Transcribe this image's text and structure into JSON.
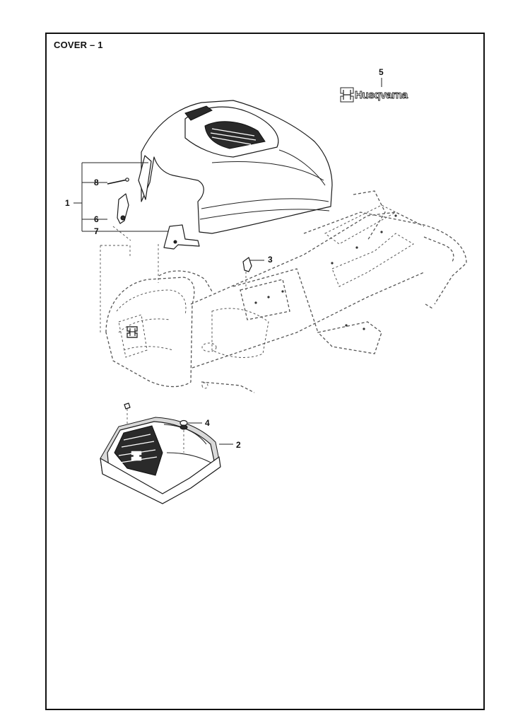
{
  "page": {
    "title": "COVER – 1"
  },
  "callouts": {
    "c1": "1",
    "c2": "2",
    "c3": "3",
    "c4": "4",
    "c5": "5",
    "c6": "6",
    "c7": "7",
    "c8": "8"
  },
  "brand": {
    "wordmark": "Husqvarna"
  }
}
